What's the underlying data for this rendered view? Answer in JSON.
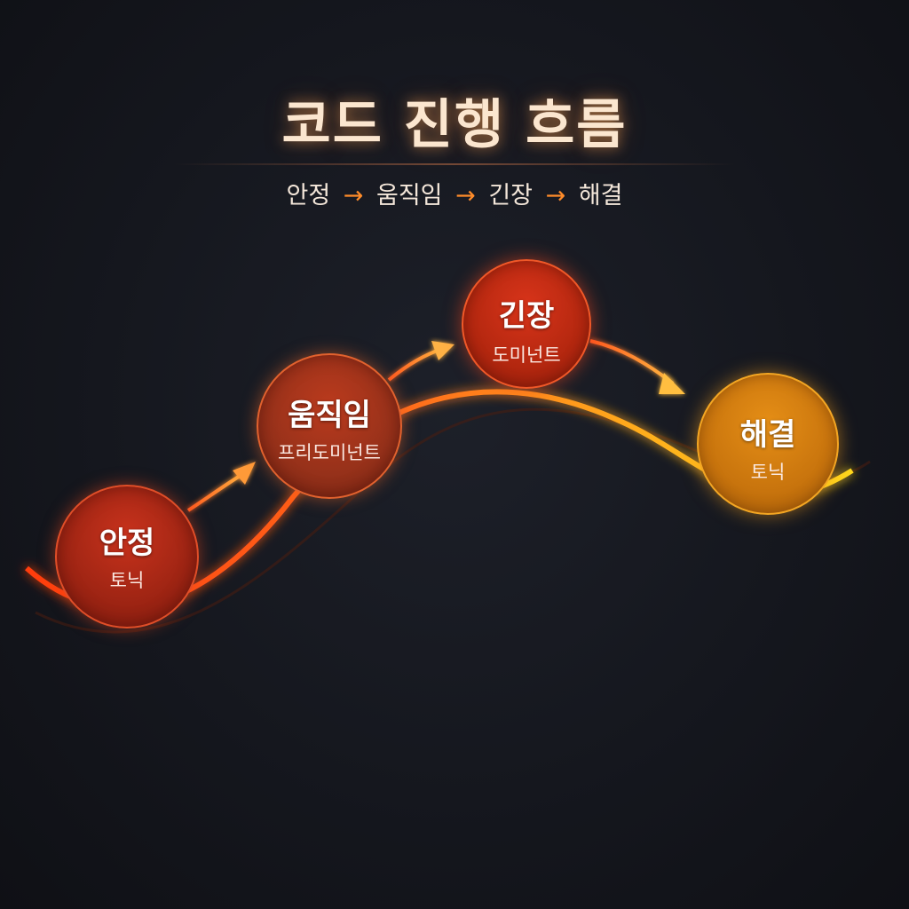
{
  "title": "코드 진행 흐름",
  "subtitle": {
    "steps": [
      "안정",
      "움직임",
      "긴장",
      "해결"
    ],
    "separator": "→"
  },
  "nodes": [
    {
      "name": "안정",
      "role": "토닉",
      "color": "#9d2413"
    },
    {
      "name": "움직임",
      "role": "프리도미넌트",
      "color": "#96311a"
    },
    {
      "name": "긴장",
      "role": "도미넌트",
      "color": "#b3270f"
    },
    {
      "name": "해결",
      "role": "토닉",
      "color": "#c8740d"
    }
  ],
  "colors": {
    "background": "#15171e",
    "title": "#fbe6cf",
    "arrow_accent": "#ff8c2a",
    "curve_start": "#ff4a14",
    "curve_end": "#ffd21a"
  }
}
